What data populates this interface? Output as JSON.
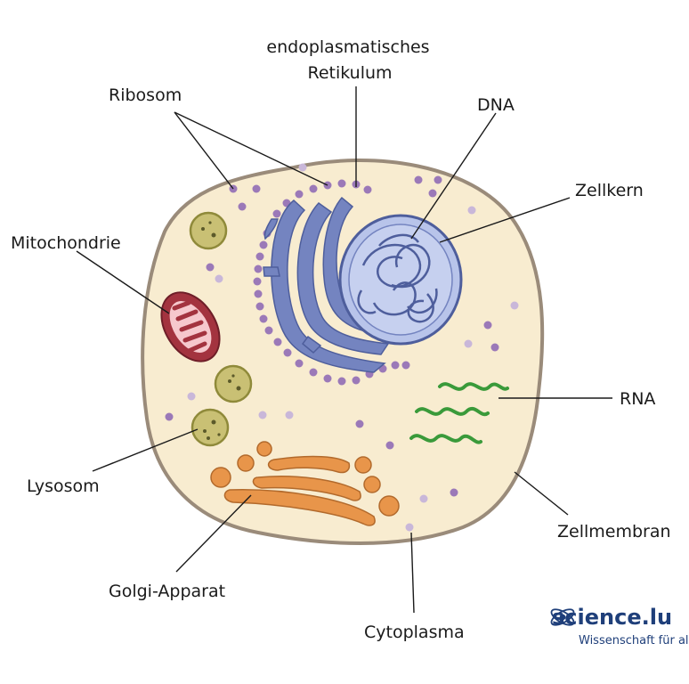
{
  "labels": {
    "er": "endoplasmatisches",
    "er_line2": "Retikulum",
    "ribosom": "Ribosom",
    "dna": "DNA",
    "zellkern": "Zellkern",
    "mitochondrie": "Mitochondrie",
    "rna": "RNA",
    "lysosom": "Lysosom",
    "zellmembran": "Zellmembran",
    "golgi": "Golgi-Apparat",
    "cytoplasma": "Cytoplasma"
  },
  "brand": {
    "name": "science.lu",
    "tagline": "Wissenschaft für alle"
  },
  "colors": {
    "cytoplasm": "#f8ecd0",
    "membrane": "#9a8b7a",
    "er": "#7484c0",
    "nucleus": "#b8c4ea",
    "ribosome": "#9b79b8",
    "mitochondrion": "#a3333f",
    "lysosome": "#c9c074",
    "golgi": "#e8954a",
    "rna": "#3a9a3a"
  }
}
